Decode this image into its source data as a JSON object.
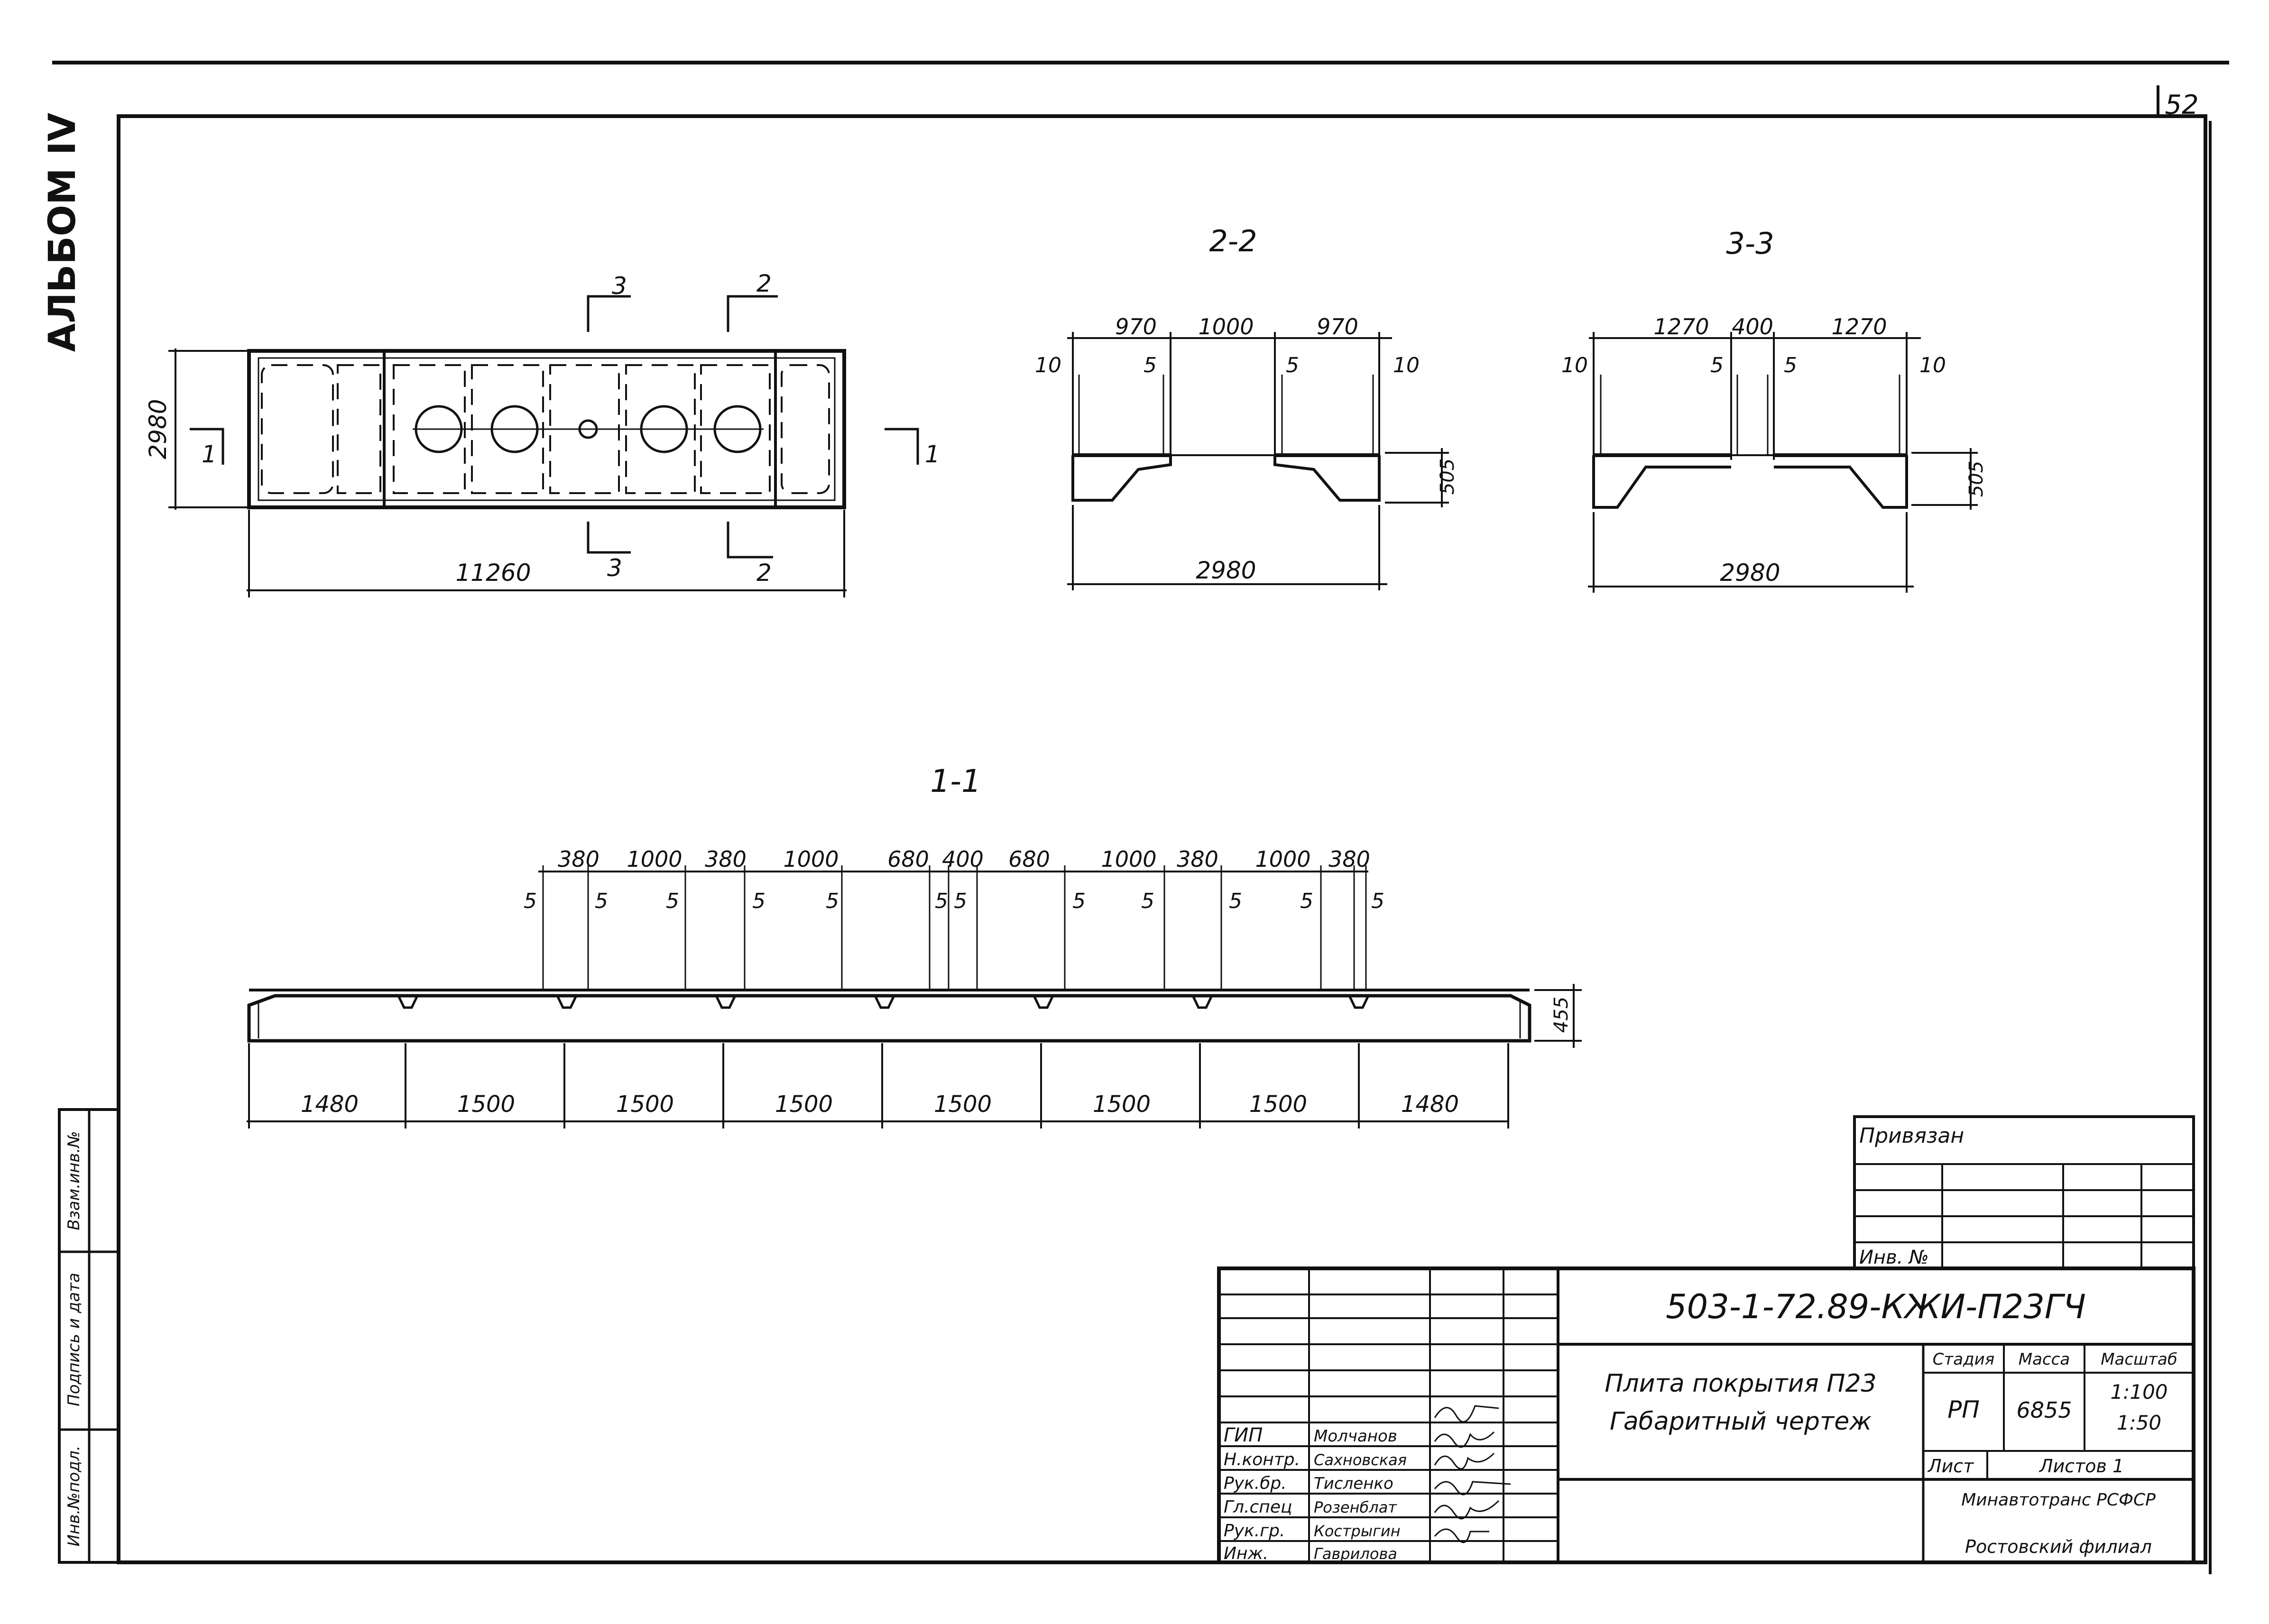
{
  "page_number": "52",
  "album_label": "АЛЬБОМ IV",
  "side_stamp": {
    "col1": "Инв.№подл.",
    "col2": "Подпись и дата",
    "col3": "Взам.инв.№"
  },
  "plan": {
    "length": "11260",
    "width": "2980",
    "cut_1": "1",
    "cut_2": "2",
    "cut_3": "3"
  },
  "section_2_2": {
    "title": "2-2",
    "top": [
      "970",
      "1000",
      "970"
    ],
    "edge_left": "10",
    "edge_right": "10",
    "rib_left": "5",
    "rib_right": "5",
    "height": "505",
    "bottom": "2980"
  },
  "section_3_3": {
    "title": "3-3",
    "top": [
      "1270",
      "400",
      "1270"
    ],
    "edge_left": "10",
    "edge_right": "10",
    "rib_left": "5",
    "rib_right": "5",
    "height": "505",
    "bottom": "2980"
  },
  "section_1_1": {
    "title": "1-1",
    "top": [
      "380",
      "1000",
      "380",
      "1000",
      "680",
      "400",
      "680",
      "1000",
      "380",
      "1000",
      "380"
    ],
    "fives": [
      "5",
      "5",
      "5",
      "5",
      "5",
      "5",
      "5",
      "5",
      "5",
      "5",
      "5",
      "5"
    ],
    "height": "455",
    "bottom": [
      "1480",
      "1500",
      "1500",
      "1500",
      "1500",
      "1500",
      "1500",
      "1480"
    ]
  },
  "title_block": {
    "privyazan": "Привязан",
    "inv": "Инв. №",
    "code": "503-1-72.89-КЖИ-П23ГЧ",
    "name_line1": "Плита покрытия П23",
    "name_line2": "Габаритный чертеж",
    "h_stage": "Стадия",
    "h_mass": "Масса",
    "h_scale": "Масштаб",
    "stage": "РП",
    "mass": "6855",
    "scale1": "1:100",
    "scale2": "1:50",
    "sheet": "Лист",
    "sheets": "Листов 1",
    "org1": "Минавтотранс РСФСР",
    "org2": "Ростовский филиал",
    "roles": [
      "ГИП",
      "Н.контр.",
      "Рук.бр.",
      "Гл.спец",
      "Рук.гр.",
      "Инж."
    ],
    "names": [
      "Молчанов",
      "Сахновская",
      "Тисленко",
      "Розенблат",
      "Кострыгин",
      "Гаврилова"
    ]
  }
}
